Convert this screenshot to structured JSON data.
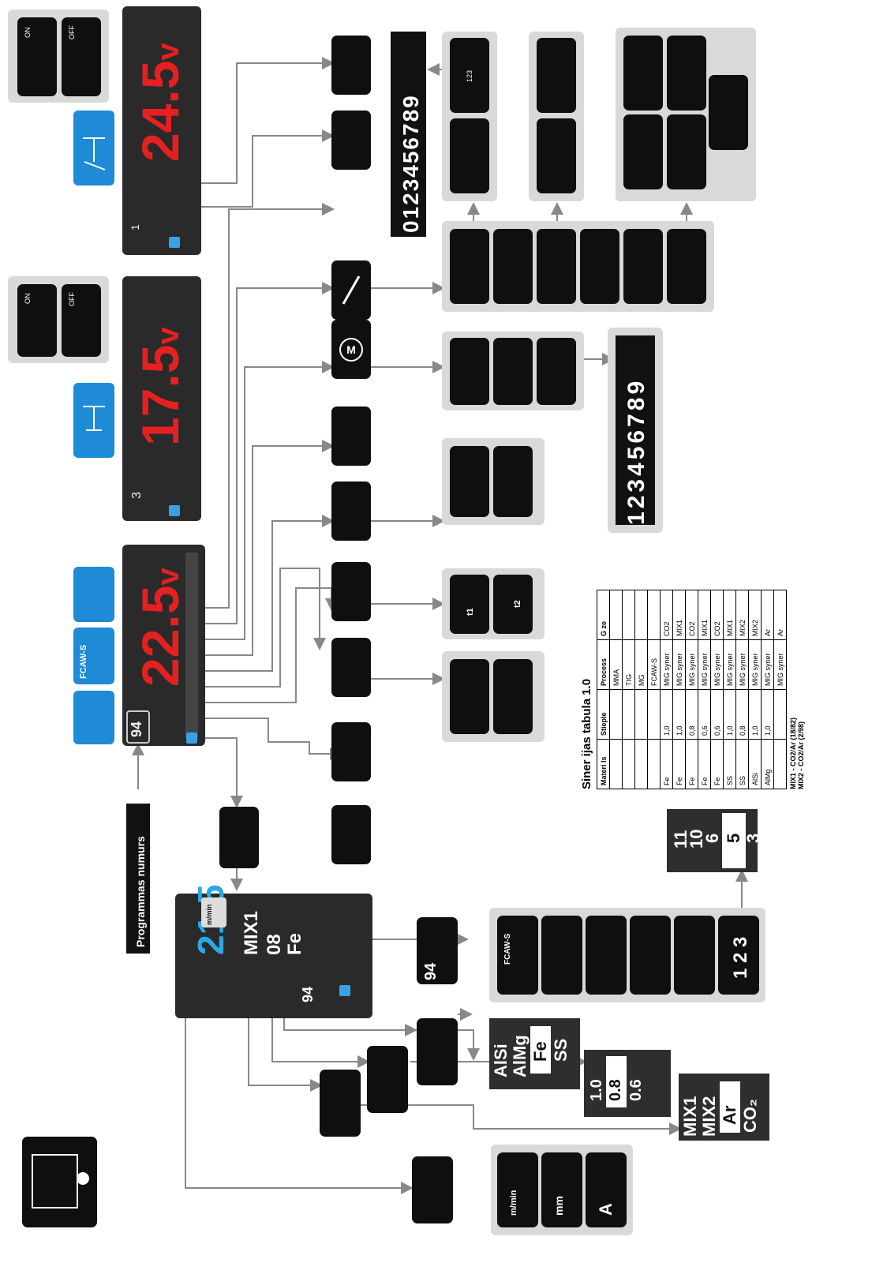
{
  "program_label": "Programmas numurs",
  "displays": {
    "main_value": "22.5",
    "main_unit": "v",
    "program_number": "94",
    "mma_value": "17.5",
    "mma_unit": "v",
    "mma_program": "3",
    "tig_value": "24.5",
    "tig_unit": "v",
    "tig_program": "1",
    "wire_value": "21.5",
    "wire_gas": "MIX1",
    "wire_diameter": "08",
    "wire_material": "Fe",
    "wire_program": "94",
    "wire_unit": "m/min"
  },
  "buttons": {
    "fcaw_label": "FCAW-S",
    "on_label": "ON",
    "off_label": "OFF",
    "t1_label": "t1",
    "t2_label": "t2",
    "selector_program": "94",
    "list_fcaw_label": "FCAW-S",
    "list_number_label": "1 2 3",
    "unit_m_min": "m/min",
    "unit_mm": "mm",
    "unit_a": "A",
    "lock_code": "123"
  },
  "number_strips": {
    "memory_digits": "0123456789",
    "job_digits": "123456789"
  },
  "program_number_list": [
    "11",
    "10",
    "6",
    "5",
    "3"
  ],
  "material_list": [
    "AlSi",
    "AlMg",
    "Fe",
    "SS"
  ],
  "diameter_list": [
    "1.0",
    "0.8",
    "0.6"
  ],
  "gas_list": [
    "MIX1",
    "MIX2",
    "Ar",
    "CO₂"
  ],
  "syn_table": {
    "title": "Siner ijas tabula 1.0",
    "headers": [
      "Materi ls",
      "Stieple",
      "Process",
      "G ze"
    ],
    "rows": [
      [
        "",
        "",
        "MMA",
        ""
      ],
      [
        "",
        "",
        "TIG",
        ""
      ],
      [
        "",
        "",
        "MG",
        ""
      ],
      [
        "",
        "",
        "FCAW-S",
        ""
      ],
      [
        "Fe",
        "1,0",
        "MIG syner",
        "CO2"
      ],
      [
        "Fe",
        "1,0",
        "MIG syner",
        "MIX1"
      ],
      [
        "Fe",
        "0,8",
        "MIG syner",
        "CO2"
      ],
      [
        "Fe",
        "0,6",
        "MIG syner",
        "MIX1"
      ],
      [
        "Fe",
        "0,6",
        "MIG syner",
        "CO2"
      ],
      [
        "SS",
        "1,0",
        "MIG syner",
        "MIX1"
      ],
      [
        "SS",
        "0,8",
        "MIG syner",
        "MIX2"
      ],
      [
        "AlSi",
        "1,0",
        "MIG syner",
        "MIX2"
      ],
      [
        "AlMg",
        "1,0",
        "MIG syner",
        "Ar"
      ],
      [
        "",
        "",
        "MIG syner",
        "Ar"
      ]
    ],
    "notes": [
      "MIX1 - CO2/Ar (18/82)",
      "MIX2 - CO2/Ar (2/98)"
    ]
  },
  "colors": {
    "accent_blue": "#1f8ad6",
    "value_red": "#e42020",
    "value_blue": "#2aa9e8",
    "panel": "#2a2a2a",
    "button": "#0f0f0f"
  }
}
